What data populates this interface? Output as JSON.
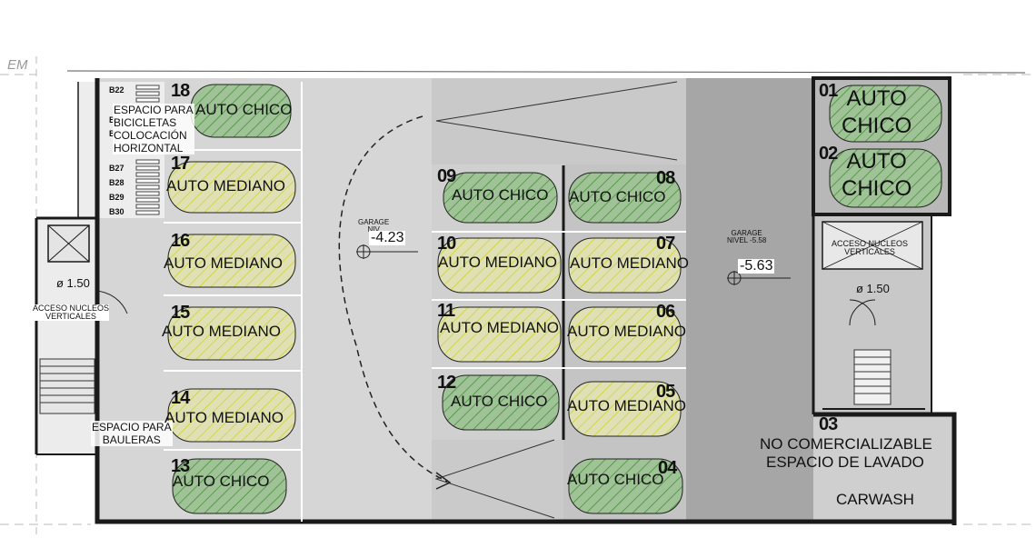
{
  "plan": {
    "corner_label": "EM",
    "levels": [
      {
        "small": "GARAGE\nNIV",
        "value": "-4.23"
      },
      {
        "small": "GARAGE\nNIVEL -5.58",
        "value": "-5.63"
      }
    ],
    "dimensions": [
      "ø 1.50",
      "ø 1.50"
    ],
    "storage_small": [
      "B22",
      "B",
      "B",
      "B27",
      "B28",
      "B29",
      "B30"
    ],
    "bicycle_note": "ESPACIO PARA\nBICICLETAS\nCOLOCACIÓN\nHORIZONTAL",
    "bauleras_note": "ESPACIO PARA\nBAULERAS",
    "core_left_note": "ACCESO NUCLEOS\nVERTICALES",
    "core_right_note": "ACCESO NUCLEOS\nVERTICALES",
    "spaces": [
      {
        "num": "18",
        "type": "AUTO CHICO",
        "size": "small"
      },
      {
        "num": "17",
        "type": "AUTO MEDIANO",
        "size": "medium"
      },
      {
        "num": "16",
        "type": "AUTO MEDIANO",
        "size": "medium"
      },
      {
        "num": "15",
        "type": "AUTO MEDIANO",
        "size": "medium"
      },
      {
        "num": "14",
        "type": "AUTO MEDIANO",
        "size": "medium"
      },
      {
        "num": "13",
        "type": "AUTO CHICO",
        "size": "small"
      },
      {
        "num": "09",
        "type": "AUTO CHICO",
        "size": "small"
      },
      {
        "num": "10",
        "type": "AUTO MEDIANO",
        "size": "medium"
      },
      {
        "num": "11",
        "type": "AUTO MEDIANO",
        "size": "medium"
      },
      {
        "num": "12",
        "type": "AUTO CHICO",
        "size": "small"
      },
      {
        "num": "08",
        "type": "AUTO CHICO",
        "size": "small"
      },
      {
        "num": "07",
        "type": "AUTO MEDIANO",
        "size": "medium"
      },
      {
        "num": "06",
        "type": "AUTO MEDIANO",
        "size": "medium"
      },
      {
        "num": "05",
        "type": "AUTO MEDIANO",
        "size": "medium"
      },
      {
        "num": "04",
        "type": "AUTO CHICO",
        "size": "small"
      },
      {
        "num": "01",
        "type": "AUTO\nCHICO",
        "size": "small"
      },
      {
        "num": "02",
        "type": "AUTO\nCHICO",
        "size": "small"
      }
    ],
    "space03": {
      "num": "03",
      "line1": "NO COMERCIALIZABLE",
      "line2": "ESPACIO DE LAVADO",
      "line3": "CARWASH"
    },
    "colors": {
      "zone_light": "#d6d6d6",
      "zone_mid": "#c4c4c4",
      "zone_dark": "#a6a6a6",
      "car_green_fill": "#9fc296",
      "car_yellow_fill": "#d9dca8",
      "hatch_green": "#3c8a2e",
      "hatch_yellow": "#d4d21e"
    }
  }
}
